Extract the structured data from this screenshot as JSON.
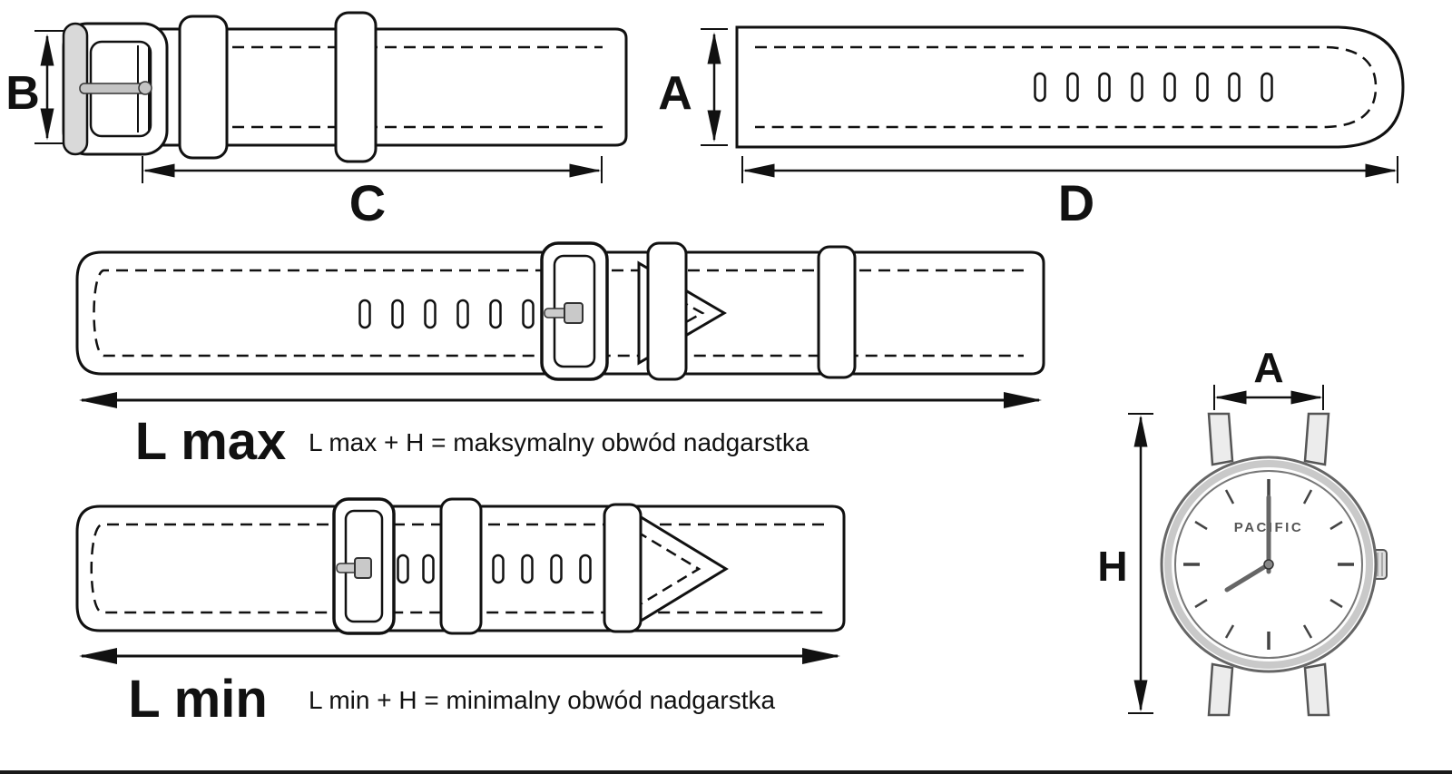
{
  "diagram": {
    "dim_b": "B",
    "dim_c": "C",
    "dim_a": "A",
    "dim_d": "D",
    "l_max_label": "L max",
    "l_max_formula": "L max + H  = maksymalny obwód nadgarstka",
    "l_min_label": "L min",
    "l_min_formula": "L min + H  = minimalny obwód nadgarstka",
    "watch_dim_a": "A",
    "watch_dim_h": "H",
    "watch_brand": "PACIFIC"
  },
  "colors": {
    "line": "#111111",
    "metal_light": "#d9d9d9",
    "metal_mid": "#c4c4c4"
  }
}
